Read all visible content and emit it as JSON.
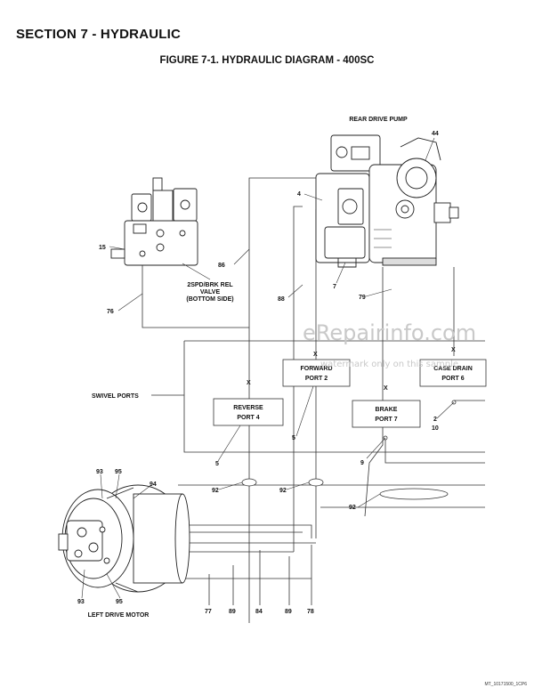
{
  "header": {
    "section": "SECTION 7 - HYDRAULIC",
    "figure": "FIGURE 7-1. HYDRAULIC DIAGRAM - 400SC"
  },
  "components": {
    "rear_drive_pump": "REAR DRIVE PUMP",
    "valve_line1": "2SPD/BRK REL",
    "valve_line2": "VALVE",
    "valve_line3": "(BOTTOM SIDE)",
    "swivel_ports": "SWIVEL PORTS",
    "left_drive_motor": "LEFT DRIVE MOTOR"
  },
  "ports": {
    "forward": [
      "FORWARD",
      "PORT 2"
    ],
    "reverse": [
      "REVERSE",
      "PORT 4"
    ],
    "brake": [
      "BRAKE",
      "PORT 7"
    ],
    "case_drain": [
      "CASE DRAIN",
      "PORT 6"
    ]
  },
  "markers": {
    "cross": "X"
  },
  "callouts": {
    "c44": "44",
    "c4": "4",
    "c15": "15",
    "c86": "86",
    "c7": "7",
    "c88": "88",
    "c79": "79",
    "c76": "76",
    "c5a": "5",
    "c5b": "5",
    "c9": "9",
    "c2": "2",
    "c10": "10",
    "c92a": "92",
    "c92b": "92",
    "c92c": "92",
    "c93a": "93",
    "c95a": "95",
    "c94": "94",
    "c93b": "93",
    "c95b": "95",
    "c77": "77",
    "c89a": "89",
    "c84": "84",
    "c89b": "89",
    "c78": "78"
  },
  "watermark": {
    "main": "eRepairinfo.com",
    "sub": "watermark only on this sample"
  },
  "footer": "MT_10171500_1CP6"
}
